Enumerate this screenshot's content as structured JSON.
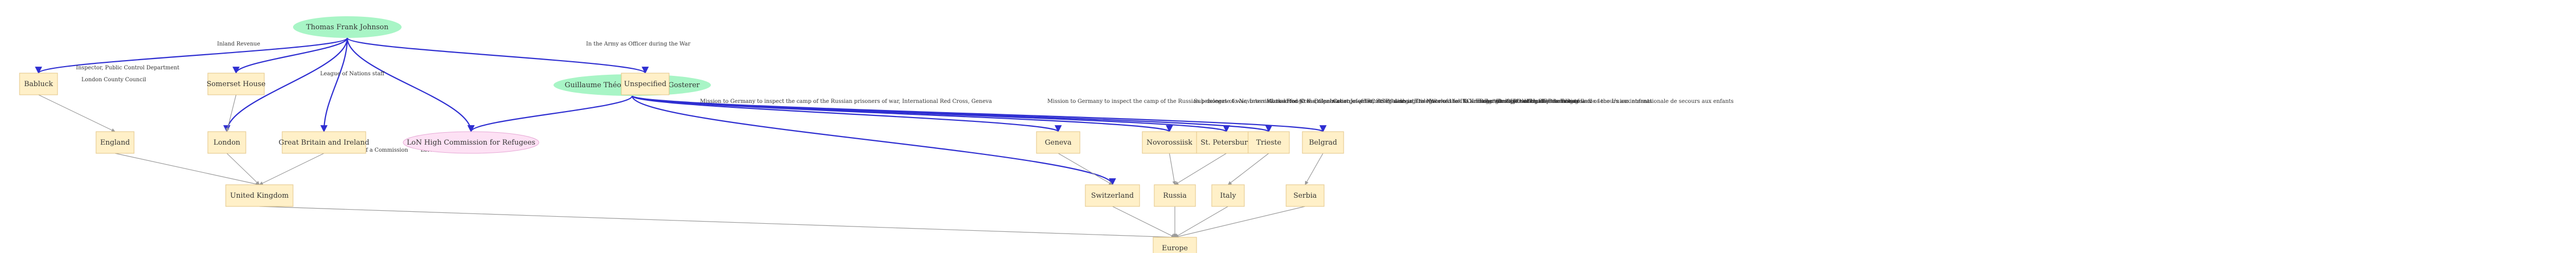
{
  "graph": {
    "colors": {
      "person": "#a8f5c6",
      "place": "#fff0c8",
      "organization": "#fde1f4",
      "relation_edge": "#2e2ed1",
      "location_edge": "#9a9a9a"
    },
    "nodes": [
      {
        "id": "tfj",
        "label": "Thomas Frank Johnson",
        "kind": "person"
      },
      {
        "id": "gtcg",
        "label": "Guillaume Théodore Conrad Gosterer",
        "kind": "person"
      },
      {
        "id": "babluck",
        "label": "Babluck",
        "kind": "place"
      },
      {
        "id": "somerset",
        "label": "Somerset House",
        "kind": "place"
      },
      {
        "id": "unspec",
        "label": "Unspecified",
        "kind": "place"
      },
      {
        "id": "england",
        "label": "England",
        "kind": "place"
      },
      {
        "id": "london",
        "label": "London",
        "kind": "place"
      },
      {
        "id": "gbi",
        "label": "Great Britain and Ireland",
        "kind": "place"
      },
      {
        "id": "uk",
        "label": "United Kingdom",
        "kind": "place"
      },
      {
        "id": "lon",
        "label": "LoN High Commission for Refugees",
        "kind": "organization"
      },
      {
        "id": "geneva",
        "label": "Geneva",
        "kind": "place"
      },
      {
        "id": "switzerland",
        "label": "Switzerland",
        "kind": "place"
      },
      {
        "id": "novorossiisk",
        "label": "Novorossiisk",
        "kind": "place"
      },
      {
        "id": "stpete",
        "label": "St. Petersburg",
        "kind": "place"
      },
      {
        "id": "trieste",
        "label": "Trieste",
        "kind": "place"
      },
      {
        "id": "belgrad",
        "label": "Belgrad",
        "kind": "place"
      },
      {
        "id": "russia",
        "label": "Russia",
        "kind": "place"
      },
      {
        "id": "italy",
        "label": "Italy",
        "kind": "place"
      },
      {
        "id": "serbia",
        "label": "Serbia",
        "kind": "place"
      },
      {
        "id": "europe",
        "label": "Europe",
        "kind": "place"
      }
    ],
    "edges": [
      {
        "from": "tfj",
        "to": "babluck",
        "label": "",
        "style": "relation"
      },
      {
        "from": "tfj",
        "to": "somerset",
        "label": "Inland Revenue",
        "style": "relation"
      },
      {
        "from": "tfj",
        "to": "london",
        "label": "Inspector, Public Control Department",
        "label2": "London County Council",
        "style": "relation"
      },
      {
        "from": "tfj",
        "to": "gbi",
        "label": "",
        "style": "relation"
      },
      {
        "from": "tfj",
        "to": "lon",
        "label": "League of Nations staff",
        "style": "relation"
      },
      {
        "from": "tfj",
        "to": "unspec",
        "label": "In the Army as Officer during the War",
        "style": "relation"
      },
      {
        "from": "gtcg",
        "to": "lon",
        "label": "LoN Delegate of a Commission",
        "label2": "LoN Delegate of a Commission",
        "style": "relation"
      },
      {
        "from": "gtcg",
        "to": "geneva",
        "label": "Mission to Germany to inspect the camp of the Russian prisoners of war, International Red Cross, Geneva",
        "style": "relation"
      },
      {
        "from": "gtcg",
        "to": "switzerland",
        "label": "Mission to Germany to inspect the camp of the Russian prisoners of war, International Red Cross, Geneva",
        "style": "relation"
      },
      {
        "from": "gtcg",
        "to": "novorossiisk",
        "label": "Sub-delegate to Novorossiisk to arrange the repatriation of prisoners of war",
        "label2": "Sub-delegate to Novorossiisk to arrange the repatriation of prisoners of war",
        "style": "relation"
      },
      {
        "from": "gtcg",
        "to": "stpete",
        "label": "Worked for 'O.K. Bulac' Court Jeweller, St. Petersburg",
        "label2": "Worked for 'O.K. Bulac' Court Jeweller, St. Petersburg",
        "style": "relation"
      },
      {
        "from": "gtcg",
        "to": "trieste",
        "label": "In charge of IRC delegation in Trieste",
        "label2": "In charge of IRC delegation in Trieste",
        "style": "relation"
      },
      {
        "from": "gtcg",
        "to": "belgrad",
        "label": "Delegate of the IRC in Belgrade & of the Union internationale de secours aux enfants",
        "label2": "Delegate of the IRC in Belgrade & of the Union internationale de secours aux enfants",
        "style": "relation"
      },
      {
        "from": "babluck",
        "to": "england",
        "label": "",
        "style": "location"
      },
      {
        "from": "somerset",
        "to": "london",
        "label": "",
        "style": "location"
      },
      {
        "from": "england",
        "to": "uk",
        "label": "",
        "style": "location"
      },
      {
        "from": "london",
        "to": "uk",
        "label": "",
        "style": "location"
      },
      {
        "from": "gbi",
        "to": "uk",
        "label": "",
        "style": "location"
      },
      {
        "from": "uk",
        "to": "europe",
        "label": "",
        "style": "location"
      },
      {
        "from": "geneva",
        "to": "switzerland",
        "label": "",
        "style": "location"
      },
      {
        "from": "switzerland",
        "to": "europe",
        "label": "",
        "style": "location"
      },
      {
        "from": "novorossiisk",
        "to": "russia",
        "label": "",
        "style": "location"
      },
      {
        "from": "stpete",
        "to": "russia",
        "label": "",
        "style": "location"
      },
      {
        "from": "russia",
        "to": "europe",
        "label": "",
        "style": "location"
      },
      {
        "from": "trieste",
        "to": "italy",
        "label": "",
        "style": "location"
      },
      {
        "from": "italy",
        "to": "europe",
        "label": "",
        "style": "location"
      },
      {
        "from": "belgrad",
        "to": "serbia",
        "label": "",
        "style": "location"
      },
      {
        "from": "serbia",
        "to": "europe",
        "label": "",
        "style": "location"
      }
    ]
  }
}
